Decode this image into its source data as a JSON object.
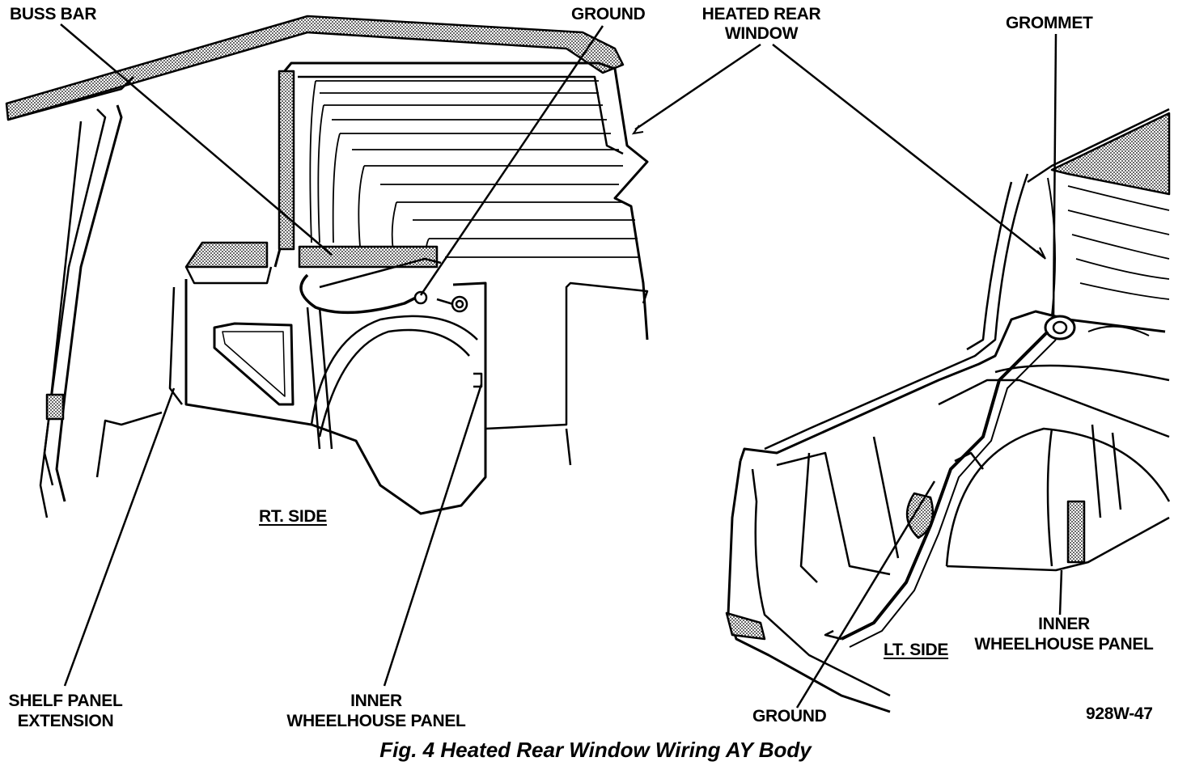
{
  "labels": {
    "buss_bar": "BUSS BAR",
    "ground_top": "GROUND",
    "heated_rear_window_1": "HEATED REAR",
    "heated_rear_window_2": "WINDOW",
    "grommet": "GROMMET",
    "shelf_panel_1": "SHELF PANEL",
    "shelf_panel_2": "EXTENSION",
    "inner_wheelhouse_left_1": "INNER",
    "inner_wheelhouse_left_2": "WHEELHOUSE PANEL",
    "rt_side": "RT. SIDE",
    "lt_side": "LT. SIDE",
    "inner_wheelhouse_right_1": "INNER",
    "inner_wheelhouse_right_2": "WHEELHOUSE PANEL",
    "ground_bottom": "GROUND",
    "figure_code": "928W-47"
  },
  "caption": "Fig. 4 Heated Rear Window Wiring AY Body"
}
